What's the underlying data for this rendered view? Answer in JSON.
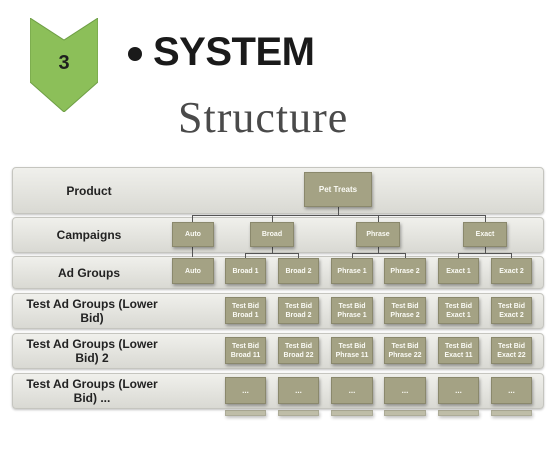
{
  "step": {
    "number": "3",
    "color": "#8cbf59"
  },
  "heading": {
    "title": "SYSTEM",
    "subtitle": "Structure"
  },
  "rows": [
    {
      "label": "Product"
    },
    {
      "label": "Campaigns"
    },
    {
      "label": "Ad Groups"
    },
    {
      "label": "Test Ad Groups (Lower Bid)"
    },
    {
      "label": "Test Ad Groups (Lower Bid) 2"
    },
    {
      "label": "Test Ad Groups (Lower Bid) ..."
    }
  ],
  "product": {
    "label": "Pet Treats"
  },
  "campaigns": [
    {
      "label": "Auto"
    },
    {
      "label": "Broad"
    },
    {
      "label": "Phrase"
    },
    {
      "label": "Exact"
    }
  ],
  "ad_groups": [
    {
      "label": "Auto"
    },
    {
      "label": "Broad 1"
    },
    {
      "label": "Broad 2"
    },
    {
      "label": "Phrase 1"
    },
    {
      "label": "Phrase 2"
    },
    {
      "label": "Exact 1"
    },
    {
      "label": "Exact 2"
    }
  ],
  "test_groups_1": [
    {
      "line1": "Test Bid",
      "line2": "Broad 1"
    },
    {
      "line1": "Test Bid",
      "line2": "Broad 2"
    },
    {
      "line1": "Test Bid",
      "line2": "Phrase 1"
    },
    {
      "line1": "Test Bid",
      "line2": "Phrase 2"
    },
    {
      "line1": "Test Bid",
      "line2": "Exact 1"
    },
    {
      "line1": "Test Bid",
      "line2": "Exact 2"
    }
  ],
  "test_groups_2": [
    {
      "line1": "Test Bid",
      "line2": "Broad 11"
    },
    {
      "line1": "Test Bid",
      "line2": "Broad 22"
    },
    {
      "line1": "Test Bid",
      "line2": "Phrase 11"
    },
    {
      "line1": "Test Bid",
      "line2": "Phrase 22"
    },
    {
      "line1": "Test Bid",
      "line2": "Exact 11"
    },
    {
      "line1": "Test Bid",
      "line2": "Exact 22"
    }
  ],
  "test_groups_more": [
    {
      "label": "..."
    },
    {
      "label": "..."
    },
    {
      "label": "..."
    },
    {
      "label": "..."
    },
    {
      "label": "..."
    },
    {
      "label": "..."
    }
  ],
  "colors": {
    "node": "#a4a284",
    "band": "#e4e4df",
    "text": "#222222"
  }
}
